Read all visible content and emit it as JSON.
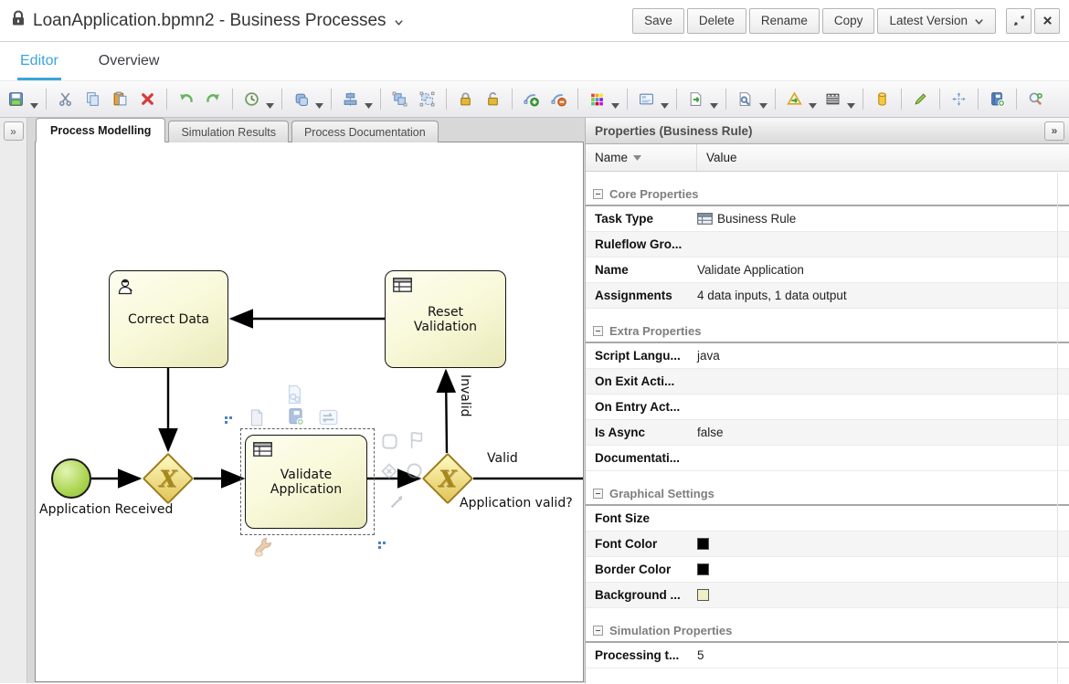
{
  "window": {
    "title": "LoanApplication.bpmn2 - Business Processes"
  },
  "header_actions": {
    "save": "Save",
    "delete": "Delete",
    "rename": "Rename",
    "copy": "Copy",
    "version": "Latest Version"
  },
  "page_tabs": {
    "editor": "Editor",
    "overview": "Overview"
  },
  "toolbar": {
    "icons": [
      "save-icon",
      "cut-icon",
      "copy-icon",
      "paste-icon",
      "delete-icon",
      "undo-icon",
      "redo-icon",
      "history-clock-icon",
      "shapes-icon",
      "align-icon",
      "group-icon",
      "ungroup-icon",
      "lock-icon",
      "unlock-icon",
      "add-docker-icon",
      "remove-docker-icon",
      "color-palette-icon",
      "form-icon",
      "export-icon",
      "service-repository-icon",
      "convert-icon",
      "clapperboard-icon",
      "data-object-icon",
      "edit-icon",
      "pan-icon",
      "documentation-icon",
      "search-zoom-icon"
    ]
  },
  "panel": {
    "collapse_glyph": "»",
    "tabs": {
      "modelling": "Process Modelling",
      "simulation": "Simulation Results",
      "documentation": "Process Documentation"
    }
  },
  "canvas": {
    "nodes": {
      "start_event": {
        "label": "Application Received",
        "fill": "#9acd32"
      },
      "gateway1": {
        "symbol": "X"
      },
      "gateway2": {
        "symbol": "X"
      },
      "validate_task": {
        "label": "Validate Application"
      },
      "reset_task": {
        "label": "Reset Validation"
      },
      "correct_task": {
        "label": "Correct Data"
      }
    },
    "edge_labels": {
      "valid": "Valid",
      "invalid": "Invalid",
      "question": "Application valid?"
    }
  },
  "properties": {
    "title": "Properties (Business Rule)",
    "columns": {
      "name": "Name",
      "value": "Value"
    },
    "sections": [
      {
        "title": "Core Properties",
        "rows": [
          {
            "name": "Task Type",
            "value": "Business Rule"
          },
          {
            "name": "Ruleflow Gro...",
            "value": ""
          },
          {
            "name": "Name",
            "value": "Validate Application"
          },
          {
            "name": "Assignments",
            "value": "4 data inputs, 1 data output"
          }
        ]
      },
      {
        "title": "Extra Properties",
        "rows": [
          {
            "name": "Script Langu...",
            "value": "java"
          },
          {
            "name": "On Exit Acti...",
            "value": ""
          },
          {
            "name": "On Entry Act...",
            "value": ""
          },
          {
            "name": "Is Async",
            "value": "false"
          },
          {
            "name": "Documentati...",
            "value": ""
          }
        ]
      },
      {
        "title": "Graphical Settings",
        "rows": [
          {
            "name": "Font Size",
            "value": ""
          },
          {
            "name": "Font Color",
            "value": "",
            "swatch": "#000000"
          },
          {
            "name": "Border Color",
            "value": "",
            "swatch": "#000000"
          },
          {
            "name": "Background ...",
            "value": "",
            "swatch": "#f0f0c6"
          }
        ]
      },
      {
        "title": "Simulation Properties",
        "rows": [
          {
            "name": "Processing t...",
            "value": "5"
          }
        ]
      }
    ]
  },
  "colors": {
    "accent": "#39a5dc",
    "task_fill": "#f8f8d8",
    "gateway_border": "#9c7c1a",
    "gateway_x": "#a8871f",
    "start_event_fill": "#9acd32"
  }
}
